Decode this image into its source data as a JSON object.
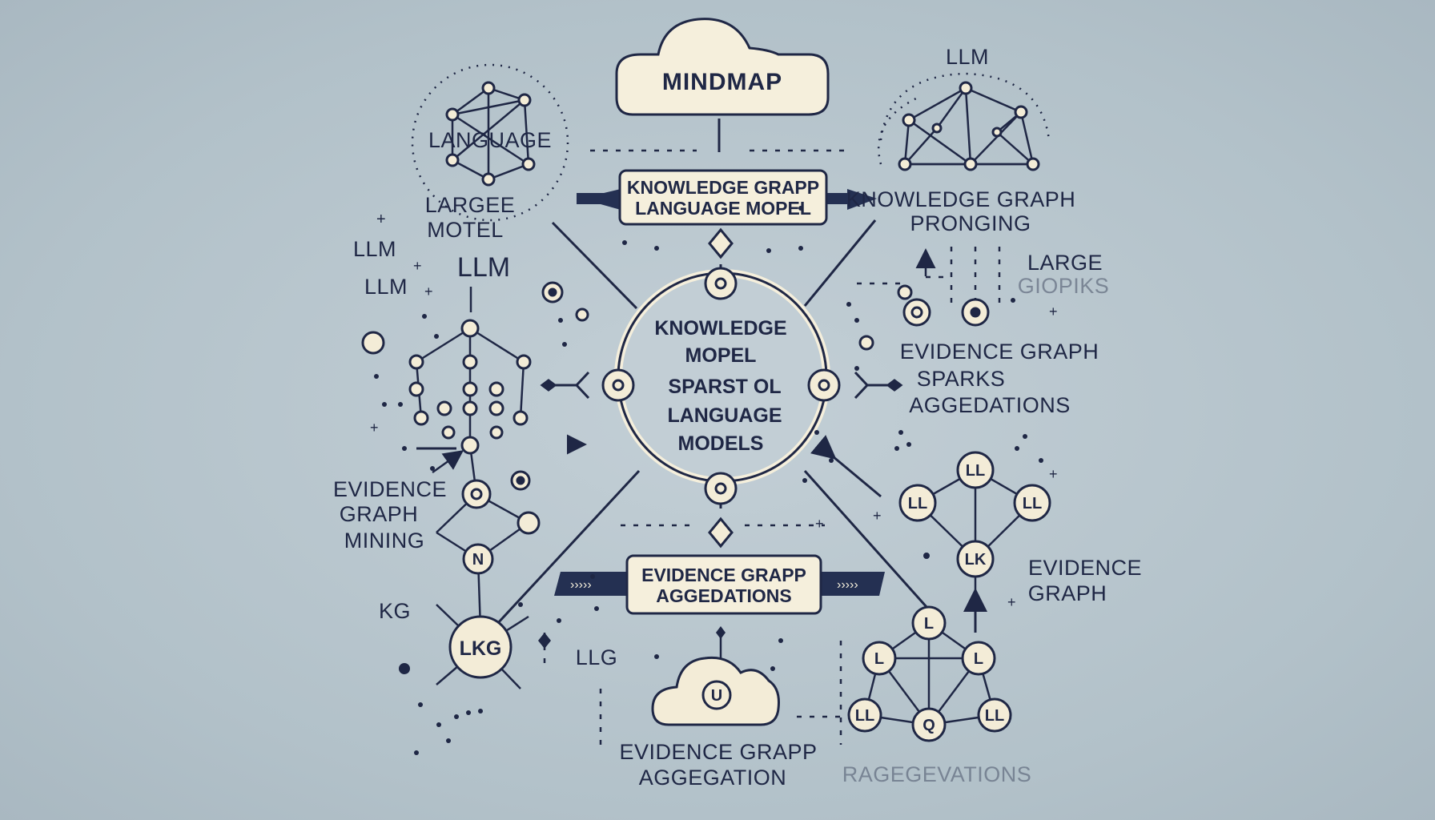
{
  "title": "MINDMAP",
  "top_box": [
    "KNOWLEDGE GRAPP",
    "LANGUAGE MOPEL"
  ],
  "center": [
    "KNOWLEDGE",
    "MOPEL",
    "SPARST OL",
    "LANGUAGE",
    "MODELS"
  ],
  "bottom_box": [
    "EVIDENCE GRAPP",
    "AGGEDATIONS"
  ],
  "left": {
    "network_label": "LANGUAGE",
    "sub_label": [
      "LARGEE",
      "MOTEL"
    ],
    "llm_1": "LLM",
    "llm_2": "LLM",
    "llm_big": "LLM",
    "mining": [
      "EVIDENCE",
      "GRAPH",
      "MINING"
    ],
    "kg": "KG",
    "kg_node": "LKG",
    "n_node": "N",
    "llg": "LLG"
  },
  "right": {
    "llm_top": "LLM",
    "prompting": [
      "KNOWLEDGE GRAPH",
      "PRONGING"
    ],
    "large": [
      "LARGE",
      "GIOPIKS"
    ],
    "sparks": [
      "EVIDENCE GRAPH",
      "SPARKS",
      "AGGEDATIONS"
    ],
    "evidence": [
      "EVIDENCE",
      "GRAPH"
    ],
    "node_ll": "LL",
    "node_lk": "LK",
    "node_l": "L",
    "node_q": "Q",
    "faded_bottom": "RAGEGEVATIONS"
  },
  "bottom_center": {
    "cloud_node": "U",
    "label": [
      "EVIDENCE GRAPP",
      "AGGEGATION"
    ]
  },
  "colors": {
    "background": "#b7c5cc",
    "ink": "#1f2745",
    "node_fill": "#f3ecd7",
    "box_fill": "#f5efdc",
    "banner": "#243052"
  }
}
